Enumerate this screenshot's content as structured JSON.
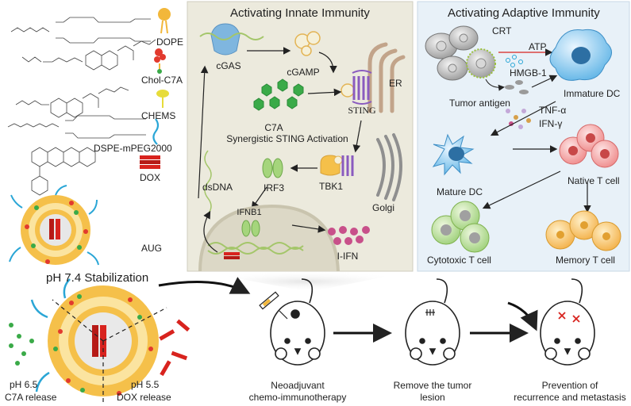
{
  "panels": {
    "innate_title": "Activating Innate Immunity",
    "adaptive_title": "Activating Adaptive Immunity"
  },
  "components": {
    "dope": "DOPE",
    "chol_c7a": "Chol-C7A",
    "chems": "CHEMS",
    "dspe_mpeg2000": "DSPE-mPEG2000",
    "dox": "DOX",
    "aug": "AUG"
  },
  "innate": {
    "cgas": "cGAS",
    "cgamp": "cGAMP",
    "er": "ER",
    "sting": "STING",
    "c7a": "C7A",
    "synergistic": "Synergistic STING Activation",
    "irf3": "IRF3",
    "tbk1": "TBK1",
    "golgi": "Golgi",
    "dsdna": "dsDNA",
    "ifnb1": "IFNB1",
    "i_ifn": "I-IFN"
  },
  "adaptive": {
    "crt": "CRT",
    "atp": "ATP",
    "hmgb1": "HMGB-1",
    "tumor_antigen": "Tumor antigen",
    "immature_dc": "Immature DC",
    "tnf_alpha": "TNF-α",
    "ifn_gamma": "IFN-γ",
    "mature_dc": "Mature DC",
    "native_t": "Native T cell",
    "cytotoxic_t": "Cytotoxic T cell",
    "memory_t": "Memory T cell"
  },
  "bottom": {
    "ph74": "pH 7.4 Stabilization",
    "ph65": "pH 6.5",
    "c7a_release": "C7A release",
    "ph55": "pH 5.5",
    "dox_release": "DOX release",
    "neoadjuvant_1": "Neoadjuvant",
    "neoadjuvant_2": "chemo-immunotherapy",
    "remove_1": "Remove the tumor",
    "remove_2": "lesion",
    "prevention_1": "Prevention of",
    "prevention_2": "recurrence and metastasis"
  },
  "colors": {
    "innate_bg": "#eceadd",
    "adaptive_bg": "#e8f1f8",
    "cgas": "#7fb6df",
    "sting": "#8a5bbf",
    "c7a": "#3aaa48",
    "ifn": "#c8508a",
    "dox": "#d8231e",
    "lipid": "#f2b73a",
    "peg": "#2aa6d6",
    "tcell_native": "#f08a8a",
    "tcell_cyto": "#a5d57c",
    "tcell_memory": "#f6b545",
    "dc": "#69b9e6"
  }
}
